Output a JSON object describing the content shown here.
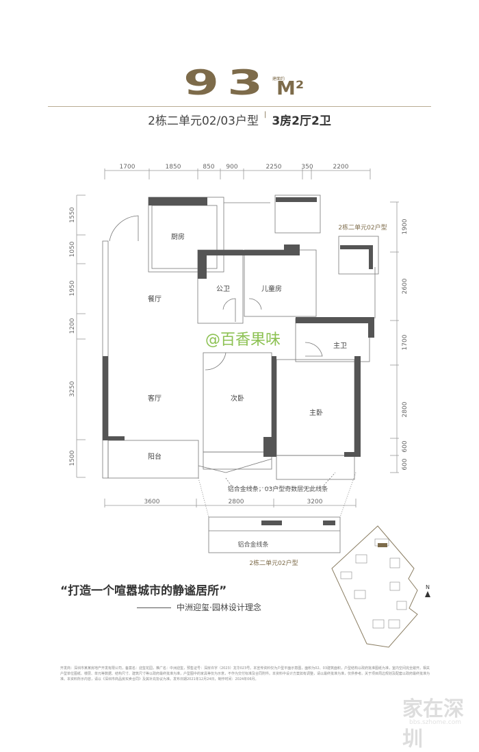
{
  "header": {
    "area_value": "93",
    "area_unit": "M²",
    "area_note": "建面约",
    "unit_name": "2栋二单元02/03户型",
    "layout": "3房2厅2卫",
    "accent_color": "#7d6b4a"
  },
  "dimensions": {
    "top": [
      "1700",
      "1850",
      "850",
      "900",
      "2250",
      "350",
      "2200"
    ],
    "left": [
      "1550",
      "1050",
      "1950",
      "1200",
      "3250",
      "1500"
    ],
    "right": [
      "1900",
      "2600",
      "1700",
      "2800",
      "600",
      "600"
    ],
    "bottom": [
      "3600",
      "2800",
      "3200"
    ]
  },
  "rooms": {
    "kitchen": "厨房",
    "dining": "餐厅",
    "public_bath": "公卫",
    "kids_room": "儿童房",
    "master_bath": "主卫",
    "living": "客厅",
    "second_bedroom": "次卧",
    "master_bedroom": "主卧",
    "balcony": "阳台"
  },
  "annotations": {
    "inset_02_top": "2栋二单元02户型",
    "alu_note": "铝合金线条，03户型奇数层无此线条",
    "alu_label": "铝合金线条",
    "inset_02_bottom": "2栋二单元02户型",
    "watermark_user": "@百香果味",
    "north": "N"
  },
  "quote": {
    "text": "“打造一个喧嚣城市的静谧居所”",
    "source": "中洲迎玺·园林设计理念"
  },
  "fine_print": "开发商：深圳市某某房地产开发有限公司，备案名：迎玺花园，推广名：中洲迎玺，预售证号：深房许字（2023）龙华023号。本宣传资料仅为户型平面示意图，面积为02、03建筑面积，户型结构以政府批准图纸为准，室内空间完全敞开。相关户型单位图纸、楼层、单元等数据、结构尺寸、建筑尺寸等以政府最终批准为准，户型图中的家具等仅为示意，不作为交付标准及合同附件。本资料中设计方案如有调整，请以最终批准为准，仅供参考。关于项目周边规划及配套以政府最终批准为准。本资料所示内容，请以《深圳市商品房买卖合同》及其补充协议为准。发布日期2021年12月24日，制作时间：2024年06月。",
  "site_watermark": "家在深圳",
  "site_watermark_url": "bbs.szhome.com"
}
